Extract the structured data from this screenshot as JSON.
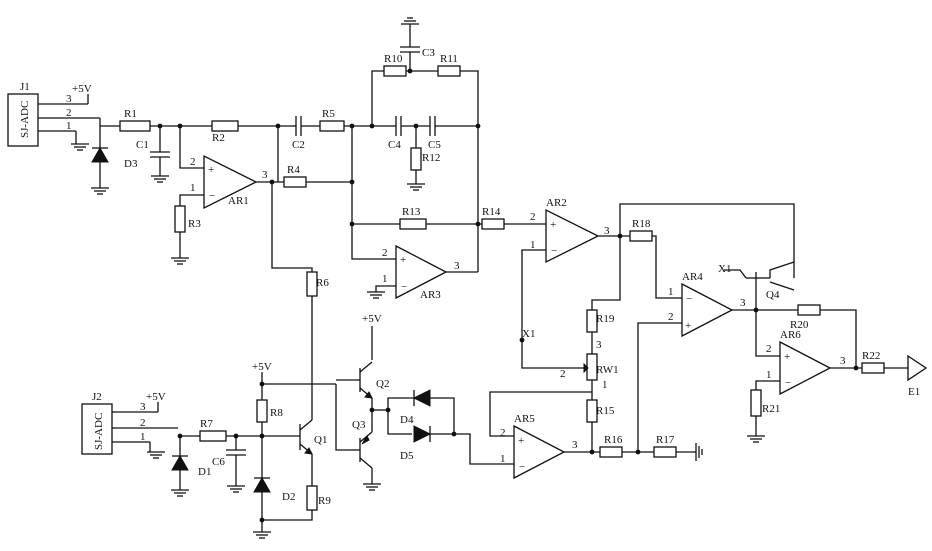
{
  "connectors": {
    "j1": {
      "ref": "J1",
      "body": "SJ-ADC",
      "pins": [
        "3",
        "2",
        "1"
      ],
      "supply": "+5V"
    },
    "j2": {
      "ref": "J2",
      "body": "SJ-ADC",
      "pins": [
        "3",
        "2",
        "1"
      ],
      "supply": "+5V"
    }
  },
  "resistors": {
    "r1": "R1",
    "r2": "R2",
    "r3": "R3",
    "r4": "R4",
    "r5": "R5",
    "r6": "R6",
    "r7": "R7",
    "r8": "R8",
    "r9": "R9",
    "r10": "R10",
    "r11": "R11",
    "r12": "R12",
    "r13": "R13",
    "r14": "R14",
    "r15": "R15",
    "r16": "R16",
    "r17": "R17",
    "r18": "R18",
    "r19": "R19",
    "r20": "R20",
    "r21": "R21",
    "r22": "R22"
  },
  "capacitors": {
    "c1": "C1",
    "c2": "C2",
    "c3": "C3",
    "c4": "C4",
    "c5": "C5",
    "c6": "C6"
  },
  "diodes": {
    "d1": "D1",
    "d2": "D2",
    "d3": "D3",
    "d4": "D4",
    "d5": "D5"
  },
  "transistors": {
    "q1": "Q1",
    "q2": "Q2",
    "q3": "Q3",
    "q4": "Q4"
  },
  "opamps": {
    "ar1": {
      "ref": "AR1",
      "pin_noninv": "2",
      "pin_inv": "1",
      "pin_out": "3"
    },
    "ar2": {
      "ref": "AR2",
      "pin_noninv": "2",
      "pin_inv": "1",
      "pin_out": "3"
    },
    "ar3": {
      "ref": "AR3",
      "pin_noninv": "2",
      "pin_inv": "1",
      "pin_out": "3"
    },
    "ar4": {
      "ref": "AR4",
      "pin_noninv": "2",
      "pin_inv": "1",
      "pin_out": "3"
    },
    "ar5": {
      "ref": "AR5",
      "pin_noninv": "2",
      "pin_inv": "1",
      "pin_out": "3"
    },
    "ar6": {
      "ref": "AR6",
      "pin_noninv": "2",
      "pin_inv": "1",
      "pin_out": "3"
    }
  },
  "potentiometer": {
    "ref": "RW1",
    "pin_top": "3",
    "pin_wiper": "2",
    "pin_bottom": "1"
  },
  "nets": {
    "x1": "X1",
    "x1_pot": "X1",
    "supply_mid": "+5V",
    "supply_q1": "+5V"
  },
  "output": {
    "ref": "E1",
    "pin_q4": "3"
  }
}
